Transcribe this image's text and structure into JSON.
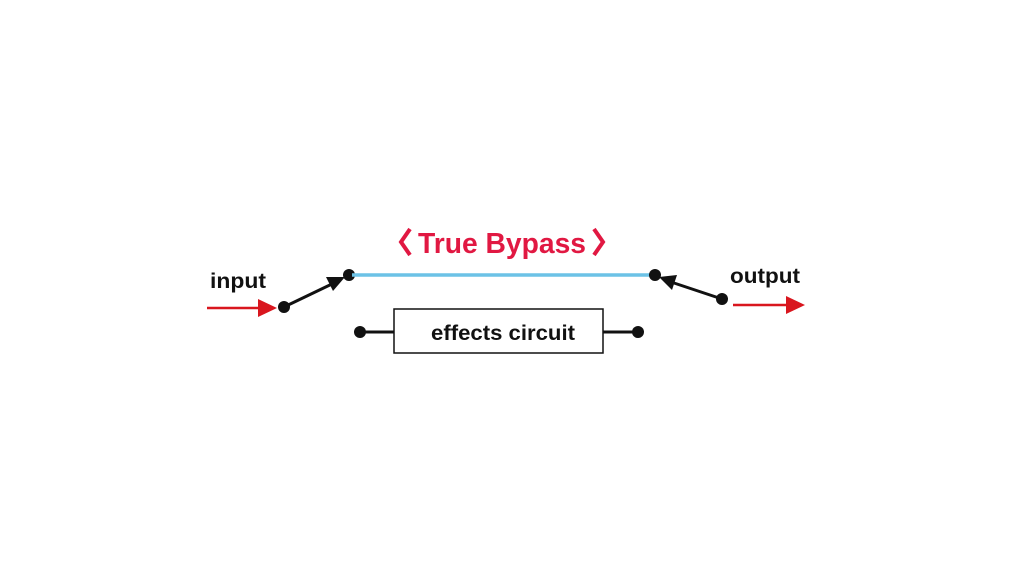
{
  "title": "True Bypass",
  "input_label": "input",
  "output_label": "output",
  "box_label": "effects circuit",
  "colors": {
    "title": "#e11842",
    "signal_arrow": "#d9161e",
    "bypass_line": "#6cc2e6",
    "wire": "#111111"
  }
}
